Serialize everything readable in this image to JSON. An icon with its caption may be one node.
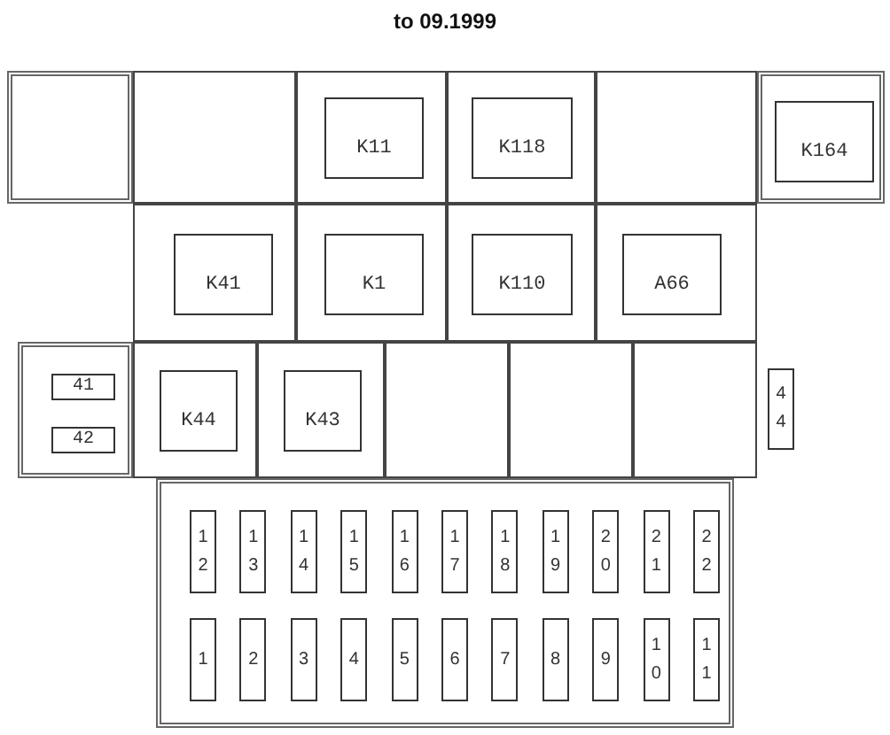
{
  "diagram": {
    "title": "to 09.1999",
    "nodes": [
      {
        "text": [],
        "shape": "box"
      },
      {
        "text": [],
        "shape": "box"
      },
      {
        "text": [],
        "shape": "box"
      },
      {
        "text": [
          "K11"
        ],
        "in": 2
      },
      {
        "text": [],
        "shape": "box"
      },
      {
        "text": [
          "K118"
        ],
        "in": 4
      },
      {
        "text": [],
        "shape": "box"
      },
      {
        "text": [],
        "shape": "box"
      },
      {
        "text": [
          "K164"
        ],
        "in": 7
      },
      {
        "text": [],
        "shape": "box"
      },
      {
        "text": [
          "K41"
        ],
        "in": 9
      },
      {
        "text": [],
        "shape": "box"
      },
      {
        "text": [
          "K1"
        ],
        "in": 11
      },
      {
        "text": [],
        "shape": "box"
      },
      {
        "text": [
          "K110"
        ],
        "in": 13
      },
      {
        "text": [],
        "shape": "box"
      },
      {
        "text": [
          "A66"
        ],
        "in": 15
      },
      {
        "text": [],
        "shape": "box"
      },
      {
        "text": [
          "41"
        ],
        "in": 17
      },
      {
        "text": [
          "42"
        ],
        "in": 17
      },
      {
        "text": [],
        "shape": "box"
      },
      {
        "text": [
          "K44"
        ],
        "in": 20
      },
      {
        "text": [],
        "shape": "box"
      },
      {
        "text": [
          "K43"
        ],
        "in": 22
      },
      {
        "text": [],
        "shape": "box"
      },
      {
        "text": [],
        "shape": "box"
      },
      {
        "text": [],
        "shape": "box"
      },
      {
        "text": [
          "44"
        ]
      },
      {
        "text": [],
        "shape": "box"
      },
      {
        "text": [
          "12"
        ],
        "in": 28
      },
      {
        "text": [
          "13"
        ],
        "in": 28
      },
      {
        "text": [
          "14"
        ],
        "in": 28
      },
      {
        "text": [
          "15"
        ],
        "in": 28
      },
      {
        "text": [
          "16"
        ],
        "in": 28
      },
      {
        "text": [
          "17"
        ],
        "in": 28
      },
      {
        "text": [
          "18"
        ],
        "in": 28
      },
      {
        "text": [
          "19"
        ],
        "in": 28
      },
      {
        "text": [
          "20"
        ],
        "in": 28
      },
      {
        "text": [
          "21"
        ],
        "in": 28
      },
      {
        "text": [
          "22"
        ],
        "in": 28
      },
      {
        "text": [
          "1"
        ],
        "in": 28
      },
      {
        "text": [
          "2"
        ],
        "in": 28
      },
      {
        "text": [
          "3"
        ],
        "in": 28
      },
      {
        "text": [
          "4"
        ],
        "in": 28
      },
      {
        "text": [
          "5"
        ],
        "in": 28
      },
      {
        "text": [
          "6"
        ],
        "in": 28
      },
      {
        "text": [
          "7"
        ],
        "in": 28
      },
      {
        "text": [
          "8"
        ],
        "in": 28
      },
      {
        "text": [
          "9"
        ],
        "in": 28
      },
      {
        "text": [
          "10"
        ],
        "in": 28
      },
      {
        "text": [
          "11"
        ],
        "in": 28
      }
    ]
  }
}
